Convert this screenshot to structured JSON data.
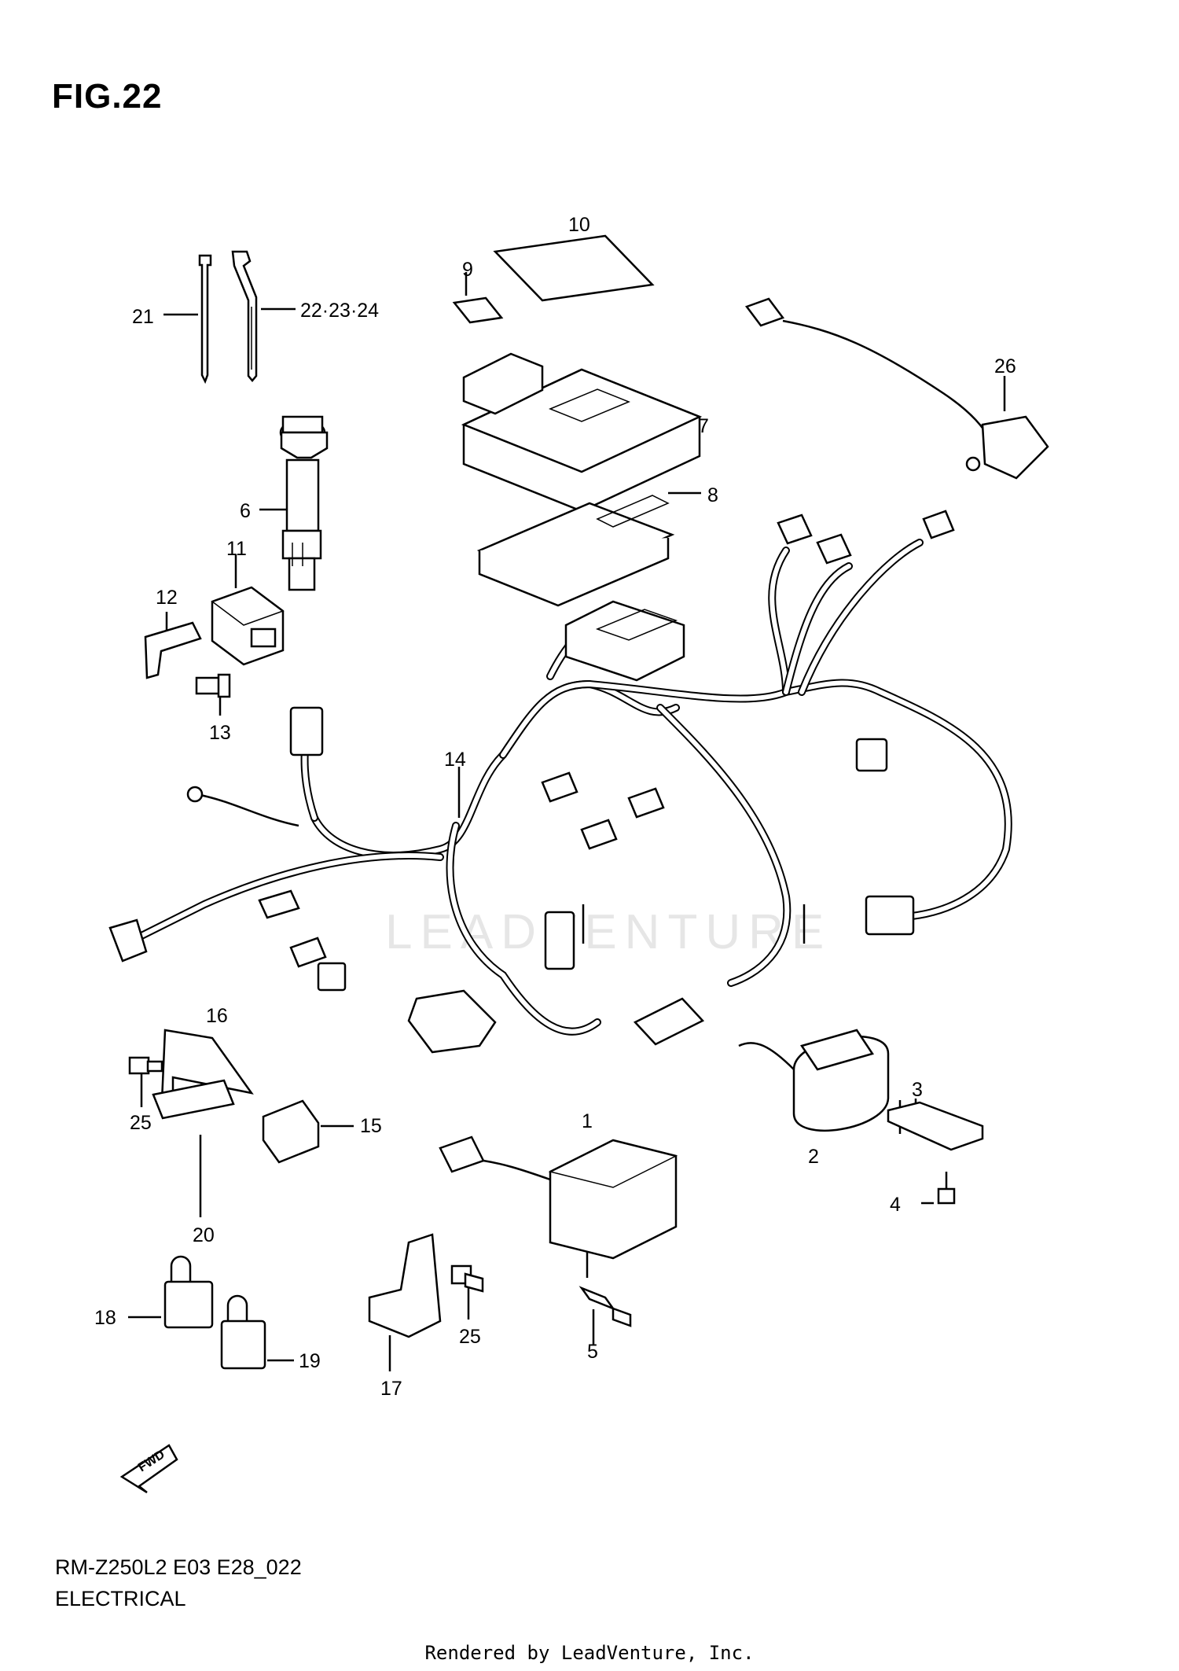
{
  "figure": {
    "title": "FIG.22"
  },
  "callouts": [
    {
      "id": "c1",
      "text": "1"
    },
    {
      "id": "c2",
      "text": "2"
    },
    {
      "id": "c3",
      "text": "3"
    },
    {
      "id": "c4",
      "text": "4"
    },
    {
      "id": "c5",
      "text": "5"
    },
    {
      "id": "c6",
      "text": "6"
    },
    {
      "id": "c7",
      "text": "7"
    },
    {
      "id": "c8",
      "text": "8"
    },
    {
      "id": "c9",
      "text": "9"
    },
    {
      "id": "c10",
      "text": "10"
    },
    {
      "id": "c11",
      "text": "11"
    },
    {
      "id": "c12",
      "text": "12"
    },
    {
      "id": "c13",
      "text": "13"
    },
    {
      "id": "c14",
      "text": "14"
    },
    {
      "id": "c15",
      "text": "15"
    },
    {
      "id": "c16",
      "text": "16"
    },
    {
      "id": "c17",
      "text": "17"
    },
    {
      "id": "c18",
      "text": "18"
    },
    {
      "id": "c19",
      "text": "19"
    },
    {
      "id": "c20",
      "text": "20"
    },
    {
      "id": "c21",
      "text": "21"
    },
    {
      "id": "c22",
      "text": "22·23·24"
    },
    {
      "id": "c25a",
      "text": "25"
    },
    {
      "id": "c25b",
      "text": "25"
    },
    {
      "id": "c26",
      "text": "26"
    }
  ],
  "direction_arrow": {
    "label": "FWD",
    "icon": "fwd-arrow-icon"
  },
  "watermark": "LEADVENTURE",
  "model_code": "RM-Z250L2 E03 E28_022",
  "section_name": "ELECTRICAL",
  "footer": "Rendered by LeadVenture, Inc."
}
